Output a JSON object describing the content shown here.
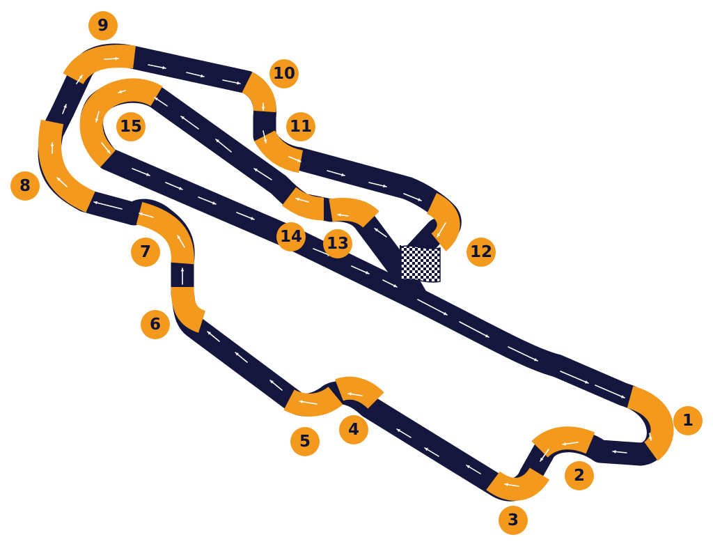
{
  "colors": {
    "track_dark": "#15163E",
    "corner_orange": "#F39A1E",
    "badge_orange": "#F39A1E",
    "badge_text": "#0E1236",
    "arrow": "#FFFFFF"
  },
  "icons": {
    "finish": "checkered-flag-icon",
    "direction": "arrow-icon"
  },
  "turns": [
    {
      "number": "1"
    },
    {
      "number": "2"
    },
    {
      "number": "3"
    },
    {
      "number": "4"
    },
    {
      "number": "5"
    },
    {
      "number": "6"
    },
    {
      "number": "7"
    },
    {
      "number": "8"
    },
    {
      "number": "9"
    },
    {
      "number": "10"
    },
    {
      "number": "11"
    },
    {
      "number": "12"
    },
    {
      "number": "13"
    },
    {
      "number": "14"
    },
    {
      "number": "15"
    }
  ]
}
